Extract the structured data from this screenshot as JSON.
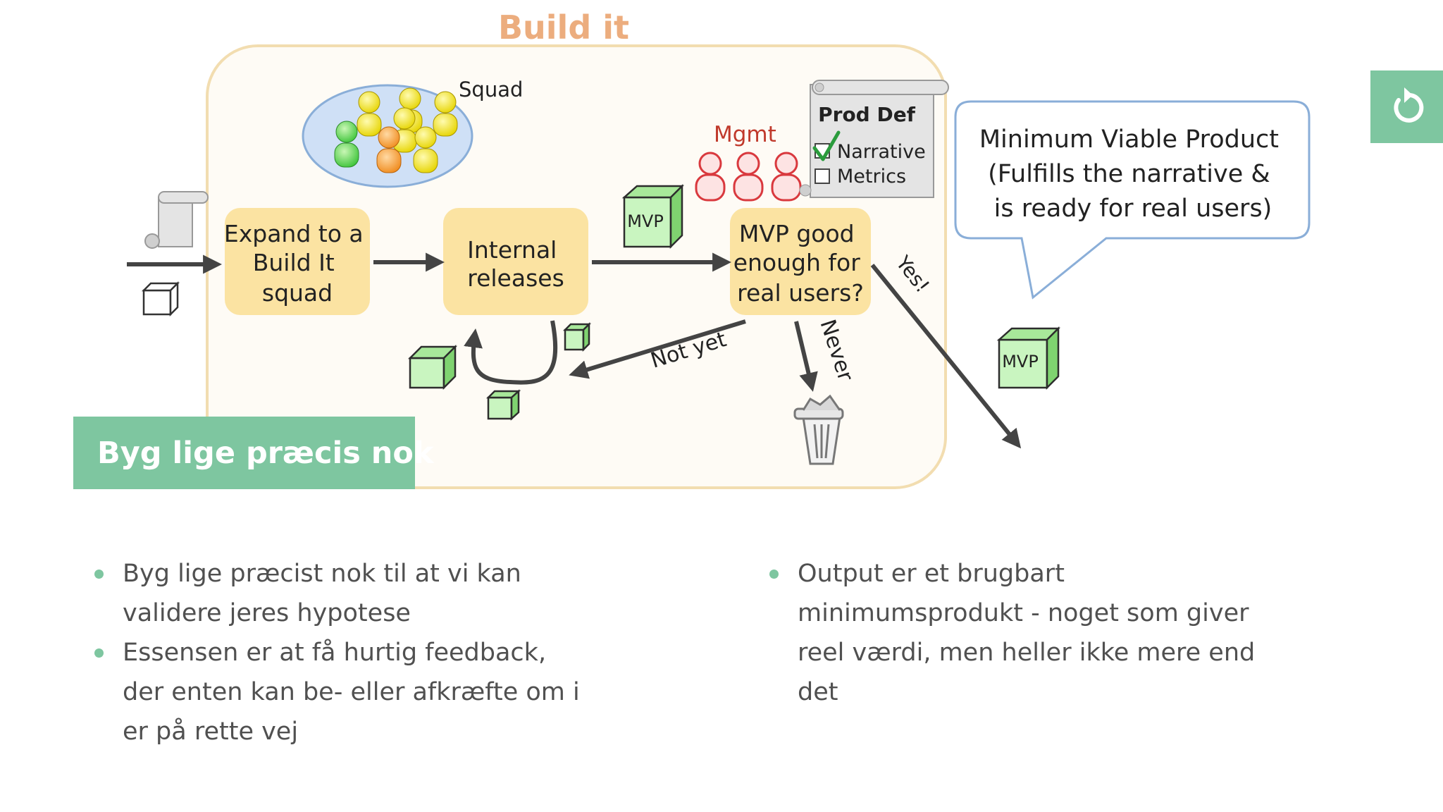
{
  "diagram": {
    "title": "Build it",
    "squad_label": "Squad",
    "mgmt_label": "Mgmt",
    "prod_def": {
      "title": "Prod Def",
      "item1": "Narrative",
      "item2": "Metrics"
    },
    "step1": {
      "line1": "Expand to a",
      "line2": "Build It",
      "line3": "squad"
    },
    "step2": {
      "line1": "Internal",
      "line2": "releases"
    },
    "step3": {
      "line1": "MVP good",
      "line2": "enough for",
      "line3": "real users?"
    },
    "mvp_label": "MVP",
    "arrows": {
      "not_yet": "Not yet",
      "never": "Never",
      "yes": "Yes!"
    },
    "callout": {
      "line1": "Minimum Viable Product",
      "line2": "(Fulfills the narrative &",
      "line3": "is ready for real users)"
    }
  },
  "banner": {
    "title": "Byg lige præcis nok"
  },
  "bullets_left": [
    "Byg lige præcist nok til at vi kan validere jeres hypotese",
    "Essensen er at få hurtig feedback, der enten kan be- eller afkræfte om i er på rette vej"
  ],
  "bullets_right": [
    "Output er et brugbart minimumsprodukt - noget som giver reel værdi, men heller ikke mere end det"
  ],
  "colors": {
    "accent": "#7ec6a0",
    "process_box": "#fbe3a2",
    "title": "#ecad7e",
    "mgmt": "#c0392b"
  },
  "icons": {
    "restart": "restart-icon"
  }
}
